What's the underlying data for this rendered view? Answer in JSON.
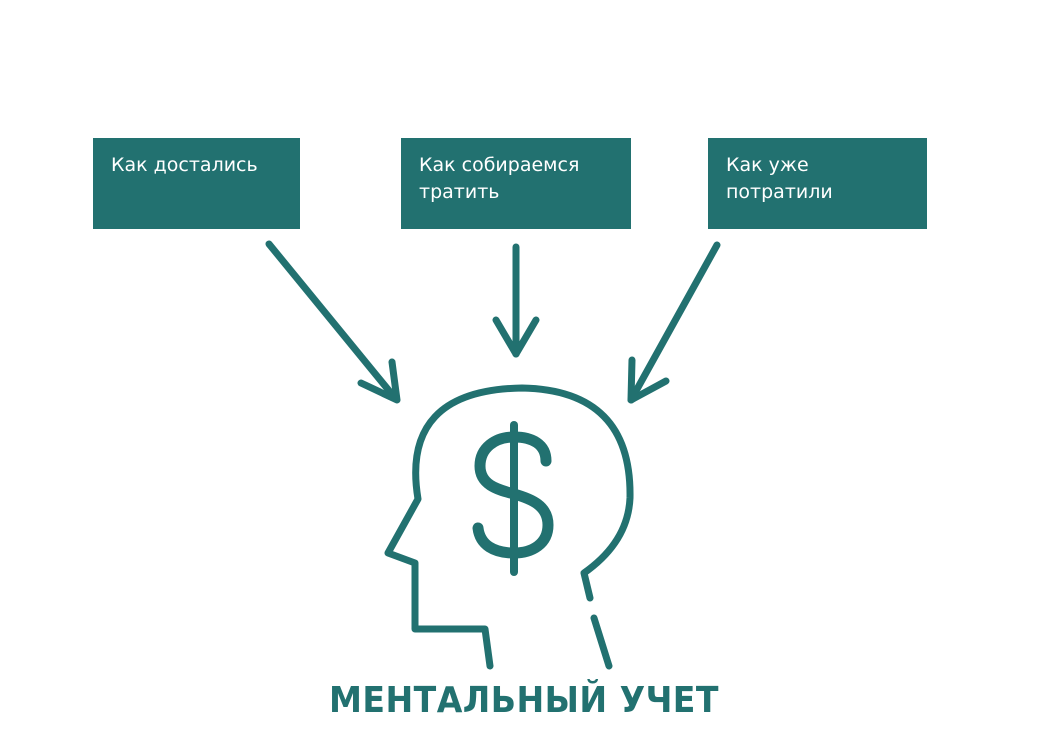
{
  "colors": {
    "teal": "#227170",
    "box_text": "#ffffff"
  },
  "boxes": [
    {
      "text": "Как достались"
    },
    {
      "text": "Как собираемся тратить"
    },
    {
      "text": "Как уже потратили"
    }
  ],
  "arrows": [
    "arrow-down-right-icon",
    "arrow-down-icon",
    "arrow-down-left-icon"
  ],
  "center_icon": "head-with-dollar-icon",
  "title": "МЕНТАЛЬНЫЙ УЧЕТ"
}
